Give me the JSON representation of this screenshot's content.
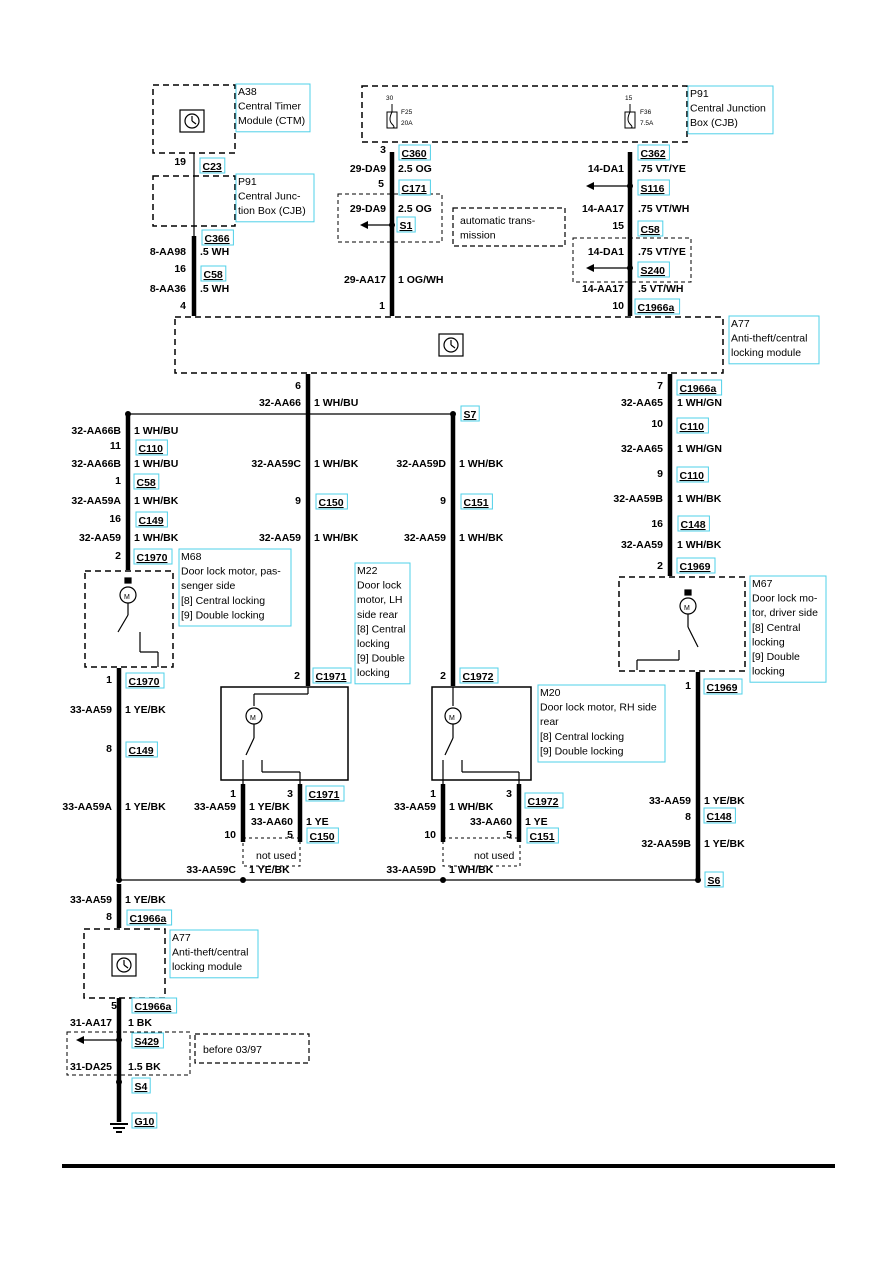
{
  "labels": {
    "a38": [
      "A38",
      "Central Timer",
      "Module (CTM)"
    ],
    "p91_top": [
      "P91",
      "Central Junction",
      "Box (CJB)"
    ],
    "p91_left": [
      "P91",
      "Central Junc-",
      "tion Box (CJB)"
    ],
    "auto_trans": [
      "automatic trans-",
      "mission"
    ],
    "a77_top": [
      "A77",
      "Anti-theft/central",
      "locking module"
    ],
    "m68": [
      "M68",
      "Door lock motor, pas-",
      "senger side",
      "[8] Central locking",
      "[9] Double locking"
    ],
    "m22": [
      "M22",
      "Door lock",
      "motor, LH",
      "side rear",
      "[8] Central",
      "locking",
      "[9] Double",
      "locking"
    ],
    "m20": [
      "M20",
      "Door lock motor, RH side",
      "rear",
      "[8] Central locking",
      "[9] Double locking"
    ],
    "m67": [
      "M67",
      "Door lock mo-",
      "tor, driver side",
      "[8] Central",
      "locking",
      "[9] Double",
      "locking"
    ],
    "a77_bottom": [
      "A77",
      "Anti-theft/central",
      "locking module"
    ],
    "before": "before 03/97",
    "not_used": "not used"
  },
  "fuses": {
    "f25": {
      "pin": "30",
      "name": "F25",
      "rating": "20A"
    },
    "f36": {
      "pin": "15",
      "name": "F36",
      "rating": "7.5A"
    }
  },
  "connectors": {
    "c23": "C23",
    "c366": "C366",
    "c58a": "C58",
    "c360": "C360",
    "c171": "C171",
    "s1": "S1",
    "c362": "C362",
    "s116": "S116",
    "c58b": "C58",
    "s240": "S240",
    "c1966a_top": "C1966a",
    "c1966a_out": "C1966a",
    "c110a": "C110",
    "s7": "S7",
    "c110b": "C110",
    "c110c": "C110",
    "c58c": "C58",
    "c149a": "C149",
    "c150a": "C150",
    "c151a": "C151",
    "c148a": "C148",
    "c1970a": "C1970",
    "c1969a": "C1969",
    "c1970b": "C1970",
    "c1971a": "C1971",
    "c1972a": "C1972",
    "c1969b": "C1969",
    "c149b": "C149",
    "c1971b": "C1971",
    "c1972b": "C1972",
    "c150b": "C150",
    "c151b": "C151",
    "c148b": "C148",
    "s6": "S6",
    "c1966a_low": "C1966a",
    "c1966a_gnd": "C1966a",
    "s429": "S429",
    "s4": "S4",
    "g10": "G10"
  },
  "wires": {
    "w_19": "19",
    "w_8aa98": "8-AA98",
    "w_05wh_a": ".5 WH",
    "w_16a": "16",
    "w_8aa36": "8-AA36",
    "w_05wh_b": ".5 WH",
    "w_4": "4",
    "w_3": "3",
    "w_29da9a": "29-DA9",
    "w_25og_a": "2.5 OG",
    "w_5": "5",
    "w_29da9b": "29-DA9",
    "w_25og_b": "2.5 OG",
    "w_29aa17": "29-AA17",
    "w_1ogwh": "1 OG/WH",
    "w_1": "1",
    "w_14da1a": "14-DA1",
    "w_75vtye_a": ".75 VT/YE",
    "w_14aa17a": "14-AA17",
    "w_75vtwh": ".75 VT/WH",
    "w_15": "15",
    "w_14da1b": "14-DA1",
    "w_75vtye_b": ".75 VT/YE",
    "w_14aa17b": "14-AA17",
    "w_5vtwh": ".5 VT/WH",
    "w_10": "10",
    "w_6": "6",
    "w_32aa66": "32-AA66",
    "w_1whbu": "1 WH/BU",
    "w_7": "7",
    "w_32aa65a": "32-AA65",
    "w_1whgn_a": "1 WH/GN",
    "w_32aa66b_a": "32-AA66B",
    "w_1whbu_a": "1 WH/BU",
    "w_11": "11",
    "w_32aa66b_b": "32-AA66B",
    "w_1whbu_b": "1 WH/BU",
    "w_1c": "1",
    "w_32aa59a": "32-AA59A",
    "w_1whbk_a": "1 WH/BK",
    "w_16b": "16",
    "w_32aa59_a": "32-AA59",
    "w_1whbk_b": "1 WH/BK",
    "w_2a": "2",
    "w_32aa59c": "32-AA59C",
    "w_1whbk_c": "1 WH/BK",
    "w_9a": "9",
    "w_32aa59_b": "32-AA59",
    "w_1whbk_d": "1 WH/BK",
    "w_2b": "2",
    "w_32aa59d": "32-AA59D",
    "w_1whbk_e": "1 WH/BK",
    "w_9b": "9",
    "w_32aa59_c": "32-AA59",
    "w_1whbk_f": "1 WH/BK",
    "w_2c": "2",
    "w_10b": "10",
    "w_32aa65b": "32-AA65",
    "w_1whgn_b": "1 WH/GN",
    "w_9c": "9",
    "w_32aa59b": "32-AA59B",
    "w_1whbk_g": "1 WH/BK",
    "w_16c": "16",
    "w_32aa59_d": "32-AA59",
    "w_1whbk_h": "1 WH/BK",
    "w_2d": "2",
    "w_1d": "1",
    "w_33aa59a": "33-AA59",
    "w_1yebk_a": "1 YE/BK",
    "w_8a": "8",
    "w_33aa59a2": "33-AA59A",
    "w_1yebk_b": "1 YE/BK",
    "w_1e": "1",
    "w_3b": "3",
    "w_33aa59b": "33-AA59",
    "w_1yebk_c": "1 YE/BK",
    "w_33aa60a": "33-AA60",
    "w_1ye_a": "1 YE",
    "w_10c": "10",
    "w_5b": "5",
    "w_33aa59c": "33-AA59C",
    "w_1yebk_d": "1 YE/BK",
    "w_1f": "1",
    "w_3c": "3",
    "w_33aa59c2": "33-AA59",
    "w_1whbk_i": "1 WH/BK",
    "w_33aa60b": "33-AA60",
    "w_1ye_b": "1 YE",
    "w_10d": "10",
    "w_5c": "5",
    "w_33aa59d": "33-AA59D",
    "w_1whbk_j": "1 WH/BK",
    "w_1g": "1",
    "w_33aa59e": "33-AA59",
    "w_1yebk_e": "1 YE/BK",
    "w_8b": "8",
    "w_32aa59b2": "32-AA59B",
    "w_1yebk_f": "1 YE/BK",
    "w_33aa59f": "33-AA59",
    "w_1yebk_g": "1 YE/BK",
    "w_8c": "8",
    "w_5d": "5",
    "w_31aa17": "31-AA17",
    "w_1bk": "1 BK",
    "w_31da25": "31-DA25",
    "w_15bk": "1.5 BK"
  },
  "colors": {
    "wire": "#000000",
    "connector_box": "#4fd0e8",
    "background": "#ffffff"
  },
  "icons": [
    "clock-symbol-icon",
    "motor-icon",
    "fuse-icon",
    "arrow-left-icon",
    "ground-icon"
  ]
}
